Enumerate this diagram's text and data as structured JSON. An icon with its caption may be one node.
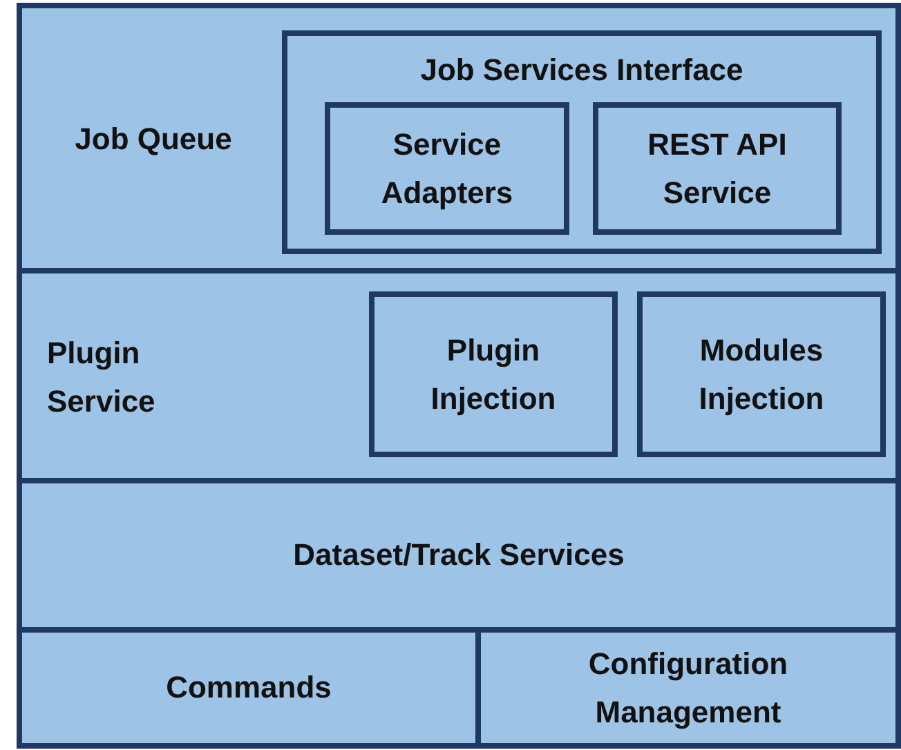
{
  "diagram": {
    "nodes": [
      {
        "text": [
          "Job Queue"
        ]
      },
      {
        "text": [
          "Job Services Interface"
        ],
        "in": 0
      },
      {
        "text": [
          "Service Adapters"
        ],
        "in": 1
      },
      {
        "text": [
          "REST API Service"
        ],
        "in": 1
      },
      {
        "text": [
          "Plugin Service"
        ]
      },
      {
        "text": [
          "Plugin Injection"
        ],
        "in": 4
      },
      {
        "text": [
          "Modules Injection"
        ],
        "in": 4
      },
      {
        "text": [
          "Dataset/Track Services"
        ]
      },
      {
        "text": [
          "Commands"
        ]
      },
      {
        "text": [
          "Configuration Management"
        ]
      }
    ]
  }
}
